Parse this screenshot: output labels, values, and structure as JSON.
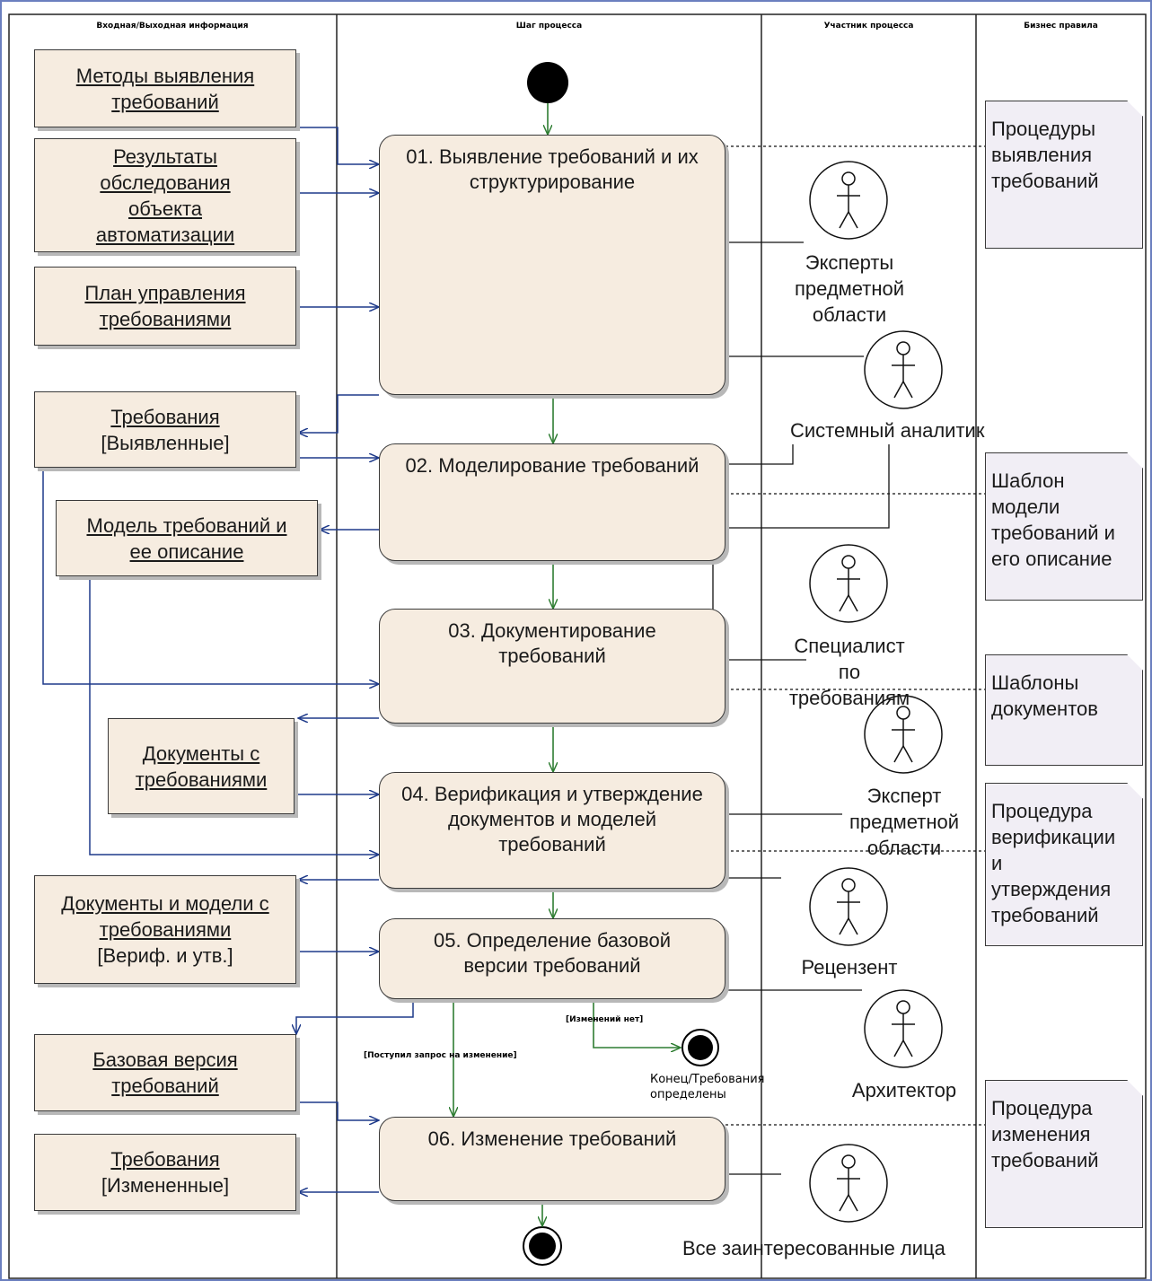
{
  "lanes": [
    "Входная/Выходная информация",
    "Шаг процесса",
    "Участник процесса",
    "Бизнес правила"
  ],
  "inputs": [
    "Методы выявления\nтребований",
    "Результаты\nобследования\nобъекта\nавтоматизации",
    "План управления\nтребованиями"
  ],
  "artifacts": {
    "req_identified_title": "Требования",
    "req_identified_state": "[Выявленные]",
    "model": "Модель требований и\nее описание",
    "docs": "Документы  с\nтребованиями",
    "docs_models_title": "Документы и модели с\nтребованиями",
    "docs_models_state": "[Вериф. и утв.]",
    "baseline": "Базовая версия\nтребований",
    "req_changed_title": "Требования",
    "req_changed_state": "[Измененные]"
  },
  "activities": [
    "01. Выявление требований и их\nструктурирование",
    "02. Моделирование требований",
    "03. Документирование\nтребований",
    "04. Верификация и утверждение\nдокументов и моделей\nтребований",
    "05. Определение базовой\nверсии требований",
    "06. Изменение требований"
  ],
  "actors": [
    "Эксперты\nпредметной\nобласти",
    "Системный аналитик",
    "Специалист\nпо\nтребованиям",
    "Эксперт\nпредметной\nобласти",
    "Рецензент",
    "Архитектор",
    "Все заинтересованные  лица"
  ],
  "notes": [
    "Процедуры\nвыявления\nтребований",
    "Шаблон\nмодели\nтребований и\nего описание",
    "Шаблоны\nдокументов",
    "Процедура\nверификации\nи\nутверждения\nтребований",
    "Процедура\nизменения\nтребований"
  ],
  "guards": {
    "change_request": "[Поступил запрос на изменение]",
    "no_changes": "[Изменений нет]"
  },
  "end_label": "Конец/Требования\nопределены"
}
